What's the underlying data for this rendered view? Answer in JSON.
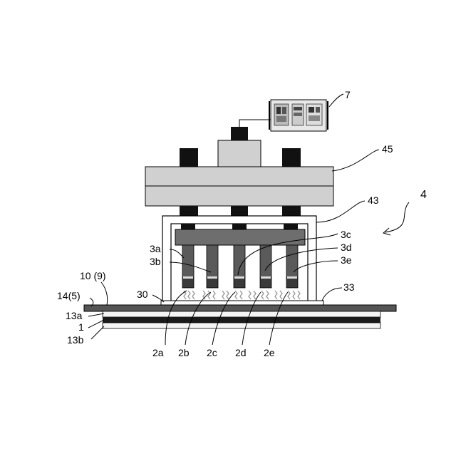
{
  "labels": {
    "controller": "7",
    "head_unit": "45",
    "frame": "43",
    "apparatus": "4",
    "nozzle_3a": "3a",
    "nozzle_3b": "3b",
    "nozzle_3c": "3c",
    "nozzle_3d": "3d",
    "nozzle_3e": "3e",
    "layer_10": "10 (9)",
    "layer_14": "14(5)",
    "layer_13a": "13a",
    "layer_1": "1",
    "layer_13b": "13b",
    "part_30": "30",
    "part_33": "33",
    "jet_2a": "2a",
    "jet_2b": "2b",
    "jet_2c": "2c",
    "jet_2d": "2d",
    "jet_2e": "2e"
  },
  "colors": {
    "head_body": "#d0d0d0",
    "nozzle_holder": "#6e6e6e",
    "nozzle": "#5a5a5a",
    "black_part": "#111111",
    "plate": "#555555",
    "layer_dark": "#1a1a1a",
    "layer_light": "#bfbfbf"
  }
}
